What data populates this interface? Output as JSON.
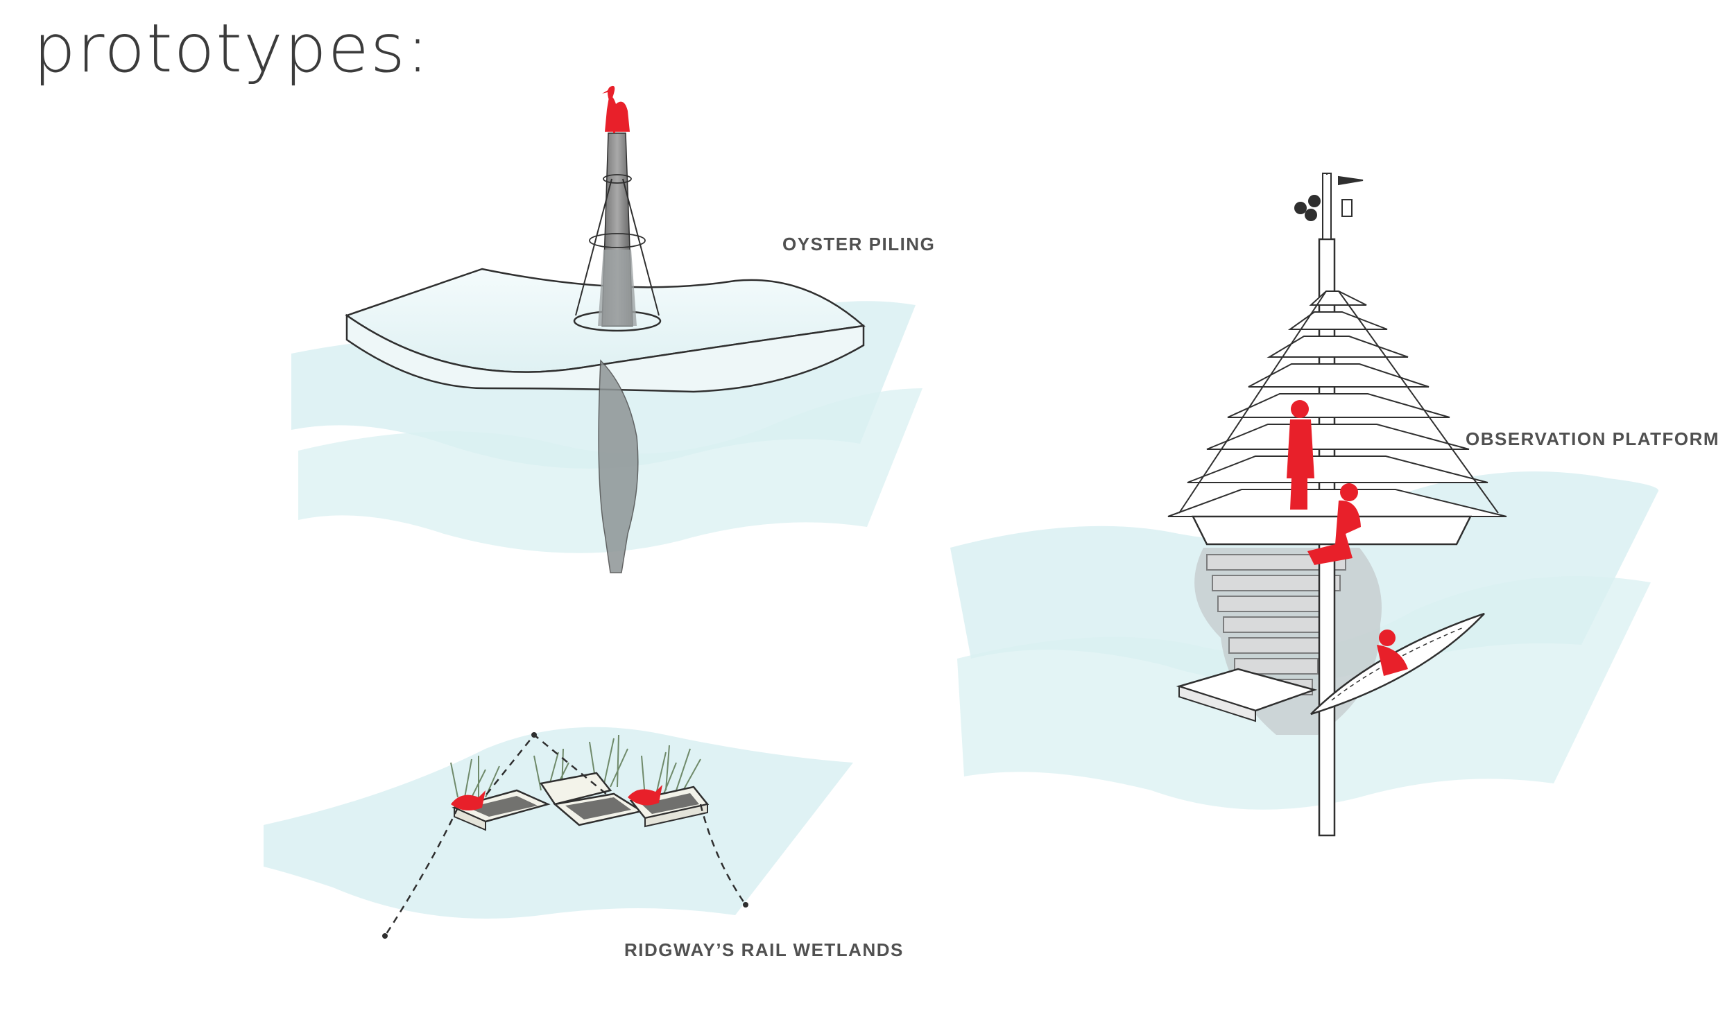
{
  "page": {
    "title": "prototypes:"
  },
  "prototypes": [
    {
      "id": "oyster",
      "label": "OYSTER PILING"
    },
    {
      "id": "observation",
      "label": "OBSERVATION PLATFORM"
    },
    {
      "id": "wetlands",
      "label": "RIDGWAY’S RAIL WETLANDS"
    }
  ],
  "colors": {
    "water": "#d6eef0",
    "water_edge": "#bfe3e6",
    "accent": "#e8202a",
    "ink": "#3b3b3b",
    "grass": "#6f8a6a"
  },
  "icons": [
    "heron-icon",
    "person-icon",
    "kayak-icon",
    "rail-bird-icon",
    "weather-station-icon"
  ]
}
